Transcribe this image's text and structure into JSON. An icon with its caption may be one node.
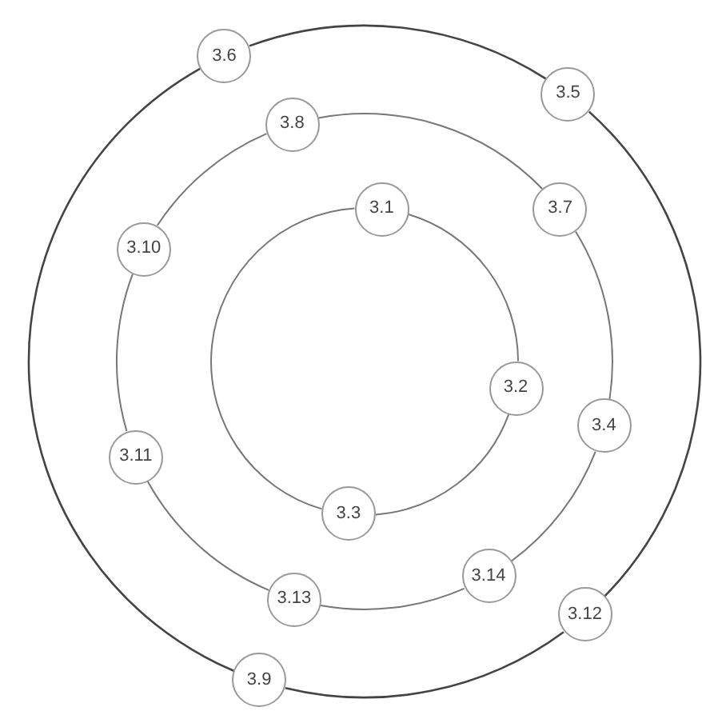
{
  "diagram": {
    "nodes": [
      {
        "text": [
          "3.6"
        ]
      },
      {
        "text": [
          "3.5"
        ]
      },
      {
        "text": [
          "3.8"
        ]
      },
      {
        "text": [
          "3.1"
        ]
      },
      {
        "text": [
          "3.7"
        ]
      },
      {
        "text": [
          "3.10"
        ]
      },
      {
        "text": [
          "3.2"
        ]
      },
      {
        "text": [
          "3.4"
        ]
      },
      {
        "text": [
          "3.11"
        ]
      },
      {
        "text": [
          "3.3"
        ]
      },
      {
        "text": [
          "3.14"
        ]
      },
      {
        "text": [
          "3.13"
        ]
      },
      {
        "text": [
          "3.12"
        ]
      },
      {
        "text": [
          "3.9"
        ]
      }
    ],
    "edges": [
      {
        "from": 0,
        "to": 1,
        "arrow": "none"
      },
      {
        "from": 1,
        "to": 12,
        "arrow": "none"
      },
      {
        "from": 12,
        "to": 13,
        "arrow": "none"
      },
      {
        "from": 13,
        "to": 0,
        "arrow": "none"
      },
      {
        "from": 2,
        "to": 4,
        "arrow": "none"
      },
      {
        "from": 4,
        "to": 7,
        "arrow": "none"
      },
      {
        "from": 7,
        "to": 10,
        "arrow": "none"
      },
      {
        "from": 10,
        "to": 11,
        "arrow": "none"
      },
      {
        "from": 11,
        "to": 8,
        "arrow": "none"
      },
      {
        "from": 8,
        "to": 5,
        "arrow": "none"
      },
      {
        "from": 5,
        "to": 2,
        "arrow": "none"
      },
      {
        "from": 3,
        "to": 6,
        "arrow": "none"
      },
      {
        "from": 6,
        "to": 9,
        "arrow": "none"
      },
      {
        "from": 9,
        "to": 3,
        "arrow": "none"
      }
    ]
  }
}
